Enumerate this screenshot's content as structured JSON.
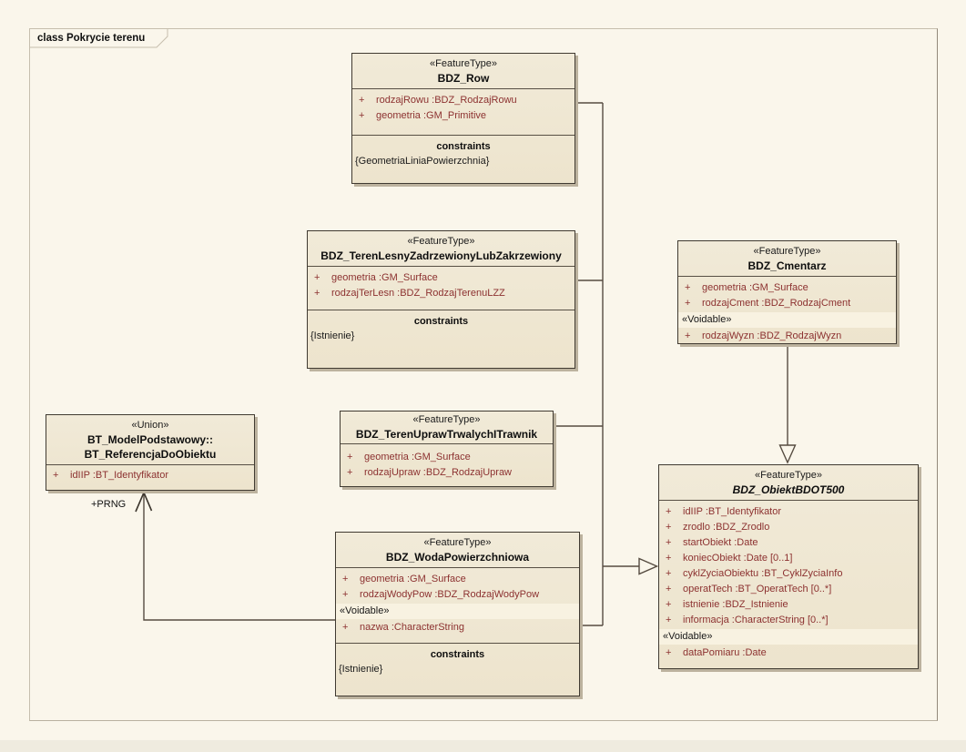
{
  "frame": {
    "label": "class Pokrycie terenu"
  },
  "colors": {
    "background": "#FAF6EB",
    "box_fill": "#EFE6D1",
    "voidable_fill": "#F8F2E1",
    "attribute_text": "#8C3130",
    "line": "#564C41",
    "border": "#403A31"
  },
  "connector_labels": {
    "prng": "+PRNG"
  },
  "classes": [
    {
      "stereotype": "«FeatureType»",
      "name": "BDZ_Row",
      "attributes": [
        {
          "vis": "+",
          "text": "rodzajRowu  :BDZ_RodzajRowu"
        },
        {
          "vis": "+",
          "text": "geometria  :GM_Primitive"
        }
      ],
      "constraints_label": "constraints",
      "constraints_value": "{GeometriaLiniaPowierzchnia}"
    },
    {
      "stereotype": "«FeatureType»",
      "name": "BDZ_TerenLesnyZadrzewionyLubZakrzewiony",
      "attributes": [
        {
          "vis": "+",
          "text": "geometria  :GM_Surface"
        },
        {
          "vis": "+",
          "text": "rodzajTerLesn  :BDZ_RodzajTerenuLZZ"
        }
      ],
      "constraints_label": "constraints",
      "constraints_value": "{Istnienie}"
    },
    {
      "stereotype": "«FeatureType»",
      "name": "BDZ_Cmentarz",
      "attributes": [
        {
          "vis": "+",
          "text": "geometria  :GM_Surface"
        },
        {
          "vis": "+",
          "text": "rodzajCment  :BDZ_RodzajCment"
        }
      ],
      "voidable_label": "«Voidable»",
      "voidable_attributes": [
        {
          "vis": "+",
          "text": "rodzajWyzn  :BDZ_RodzajWyzn"
        }
      ]
    },
    {
      "stereotype": "«Union»",
      "name_line1": "BT_ModelPodstawowy::",
      "name_line2": "BT_ReferencjaDoObiektu",
      "attributes": [
        {
          "vis": "+",
          "text": "idIIP  :BT_Identyfikator"
        }
      ]
    },
    {
      "stereotype": "«FeatureType»",
      "name": "BDZ_TerenUprawTrwalychITrawnik",
      "attributes": [
        {
          "vis": "+",
          "text": "geometria  :GM_Surface"
        },
        {
          "vis": "+",
          "text": "rodzajUpraw  :BDZ_RodzajUpraw"
        }
      ]
    },
    {
      "stereotype": "«FeatureType»",
      "name": "BDZ_WodaPowierzchniowa",
      "attributes": [
        {
          "vis": "+",
          "text": "geometria  :GM_Surface"
        },
        {
          "vis": "+",
          "text": "rodzajWodyPow  :BDZ_RodzajWodyPow"
        }
      ],
      "voidable_label": "«Voidable»",
      "voidable_attributes": [
        {
          "vis": "+",
          "text": "nazwa  :CharacterString"
        }
      ],
      "constraints_label": "constraints",
      "constraints_value": "{Istnienie}"
    },
    {
      "stereotype": "«FeatureType»",
      "name": "BDZ_ObiektBDOT500",
      "attributes": [
        {
          "vis": "+",
          "text": "idIIP  :BT_Identyfikator"
        },
        {
          "vis": "+",
          "text": "zrodlo  :BDZ_Zrodlo"
        },
        {
          "vis": "+",
          "text": "startObiekt  :Date"
        },
        {
          "vis": "+",
          "text": "koniecObiekt  :Date [0..1]"
        },
        {
          "vis": "+",
          "text": "cyklZyciaObiektu  :BT_CyklZyciaInfo"
        },
        {
          "vis": "+",
          "text": "operatTech  :BT_OperatTech [0..*]"
        },
        {
          "vis": "+",
          "text": "istnienie  :BDZ_Istnienie"
        },
        {
          "vis": "+",
          "text": "informacja  :CharacterString [0..*]"
        }
      ],
      "voidable_label": "«Voidable»",
      "voidable_attributes": [
        {
          "vis": "+",
          "text": "dataPomiaru  :Date"
        }
      ]
    }
  ]
}
